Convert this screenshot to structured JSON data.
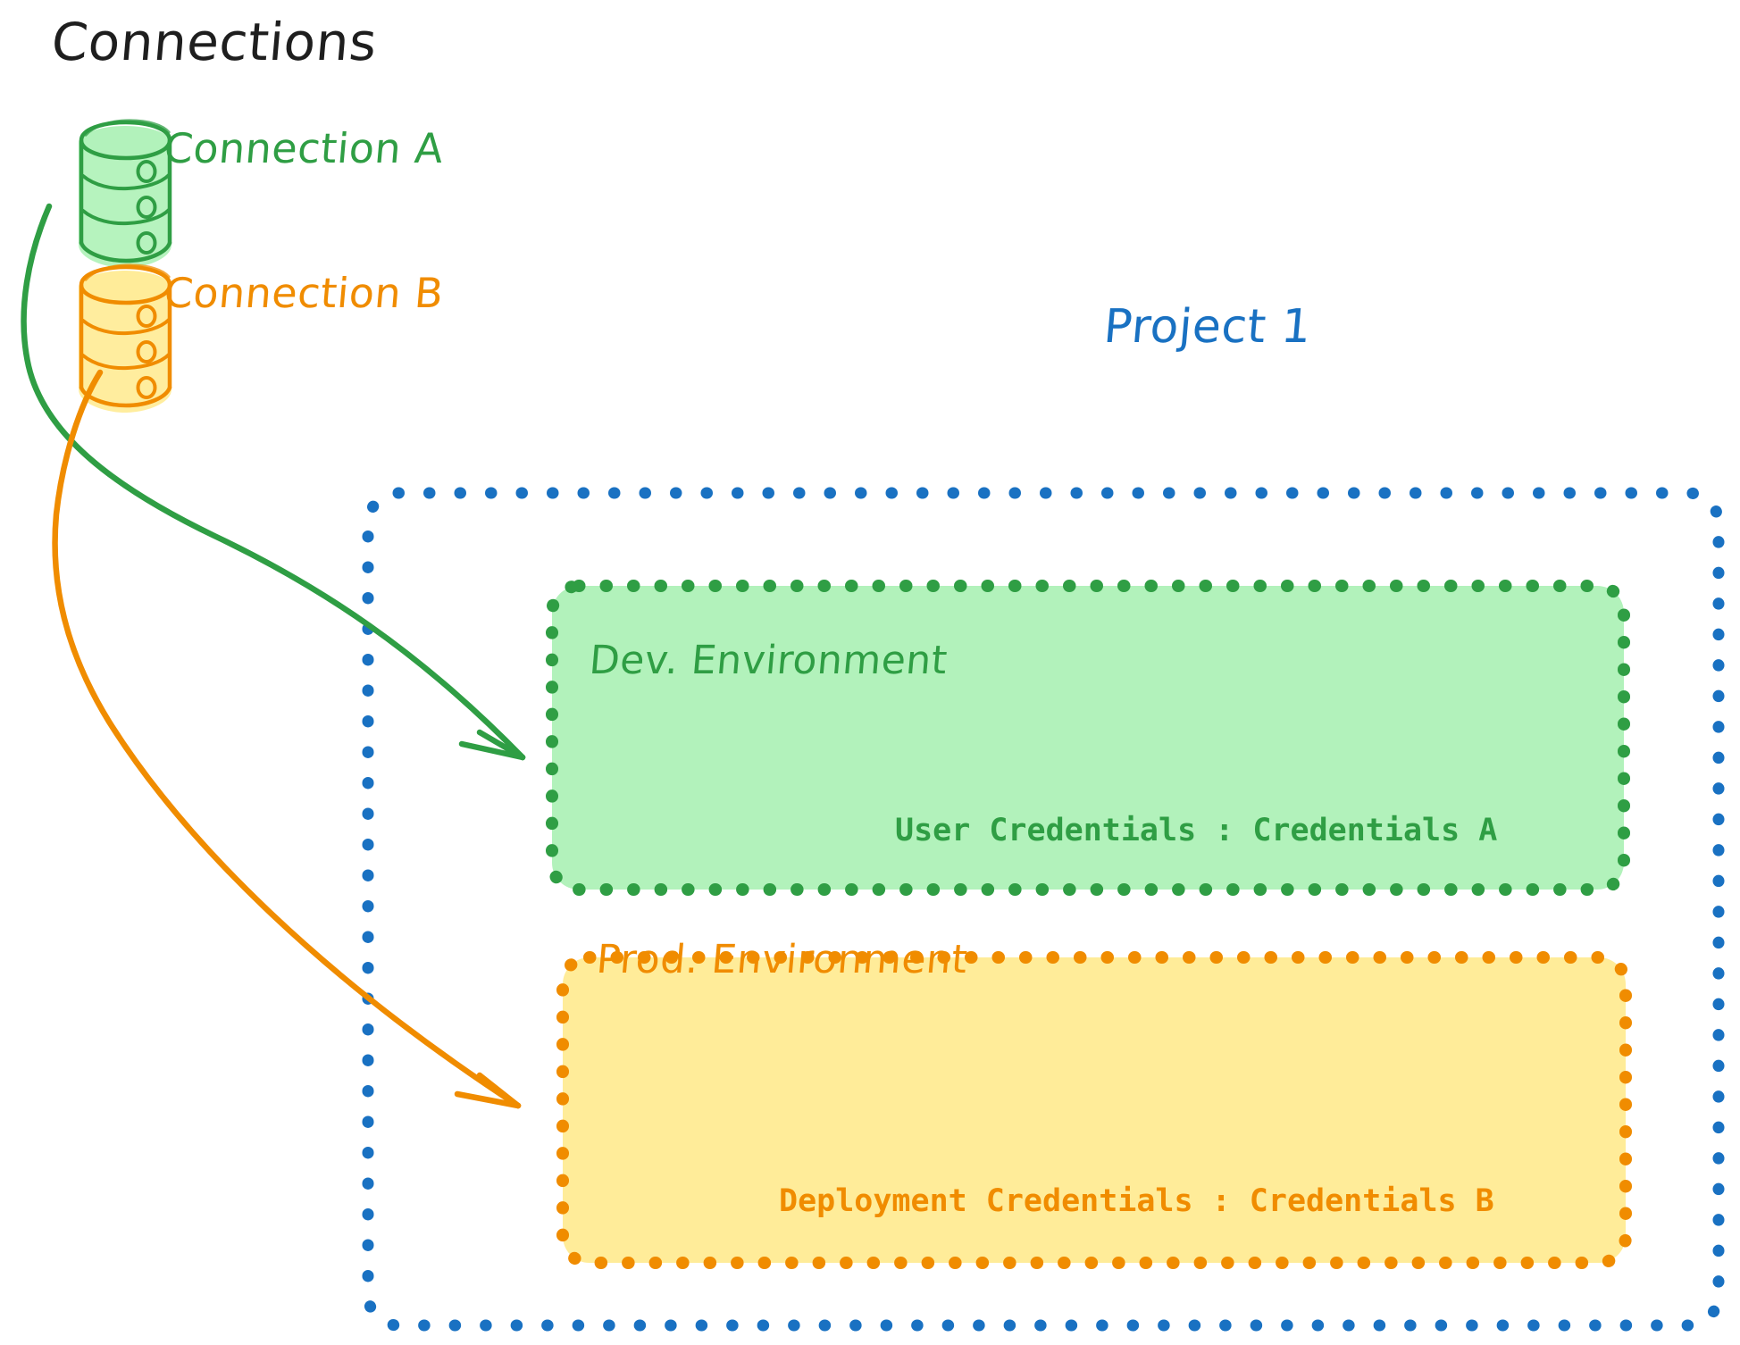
{
  "diagram": {
    "title": "Connections",
    "background_color": "#ffffff",
    "colors": {
      "green_stroke": "#2f9e44",
      "green_fill": "#b2f2bb",
      "orange_stroke": "#f08c00",
      "orange_fill": "#ffec99",
      "blue_stroke": "#1971c2",
      "text_black": "#1e1e1e"
    }
  },
  "connections": {
    "heading": "Connections",
    "items": [
      {
        "label": "Connection A",
        "icon": "database-cylinder-icon",
        "color": "#2f9e44",
        "fill": "#b2f2bb",
        "target": "Dev. Environment"
      },
      {
        "label": "Connection B",
        "icon": "database-cylinder-icon",
        "color": "#f08c00",
        "fill": "#ffec99",
        "target": "Prod. Environment"
      }
    ]
  },
  "project": {
    "label": "Project 1",
    "border_color": "#1971c2",
    "border_style": "dotted",
    "environments": [
      {
        "name": "Dev. Environment",
        "border_color": "#2f9e44",
        "fill_color": "#b2f2bb",
        "credential_key": "User Credentials",
        "credential_separator": ":",
        "credential_value": "Credentials A",
        "credential_line": "User Credentials : Credentials A"
      },
      {
        "name": "Prod. Environment",
        "border_color": "#f08c00",
        "fill_color": "#ffec99",
        "credential_key": "Deployment Credentials",
        "credential_separator": ":",
        "credential_value": "Credentials B",
        "credential_line": "Deployment Credentials : Credentials B"
      }
    ]
  },
  "arrows": [
    {
      "name": "arrow-connection-a-to-dev",
      "color": "#2f9e44"
    },
    {
      "name": "arrow-connection-b-to-prod",
      "color": "#f08c00"
    }
  ]
}
